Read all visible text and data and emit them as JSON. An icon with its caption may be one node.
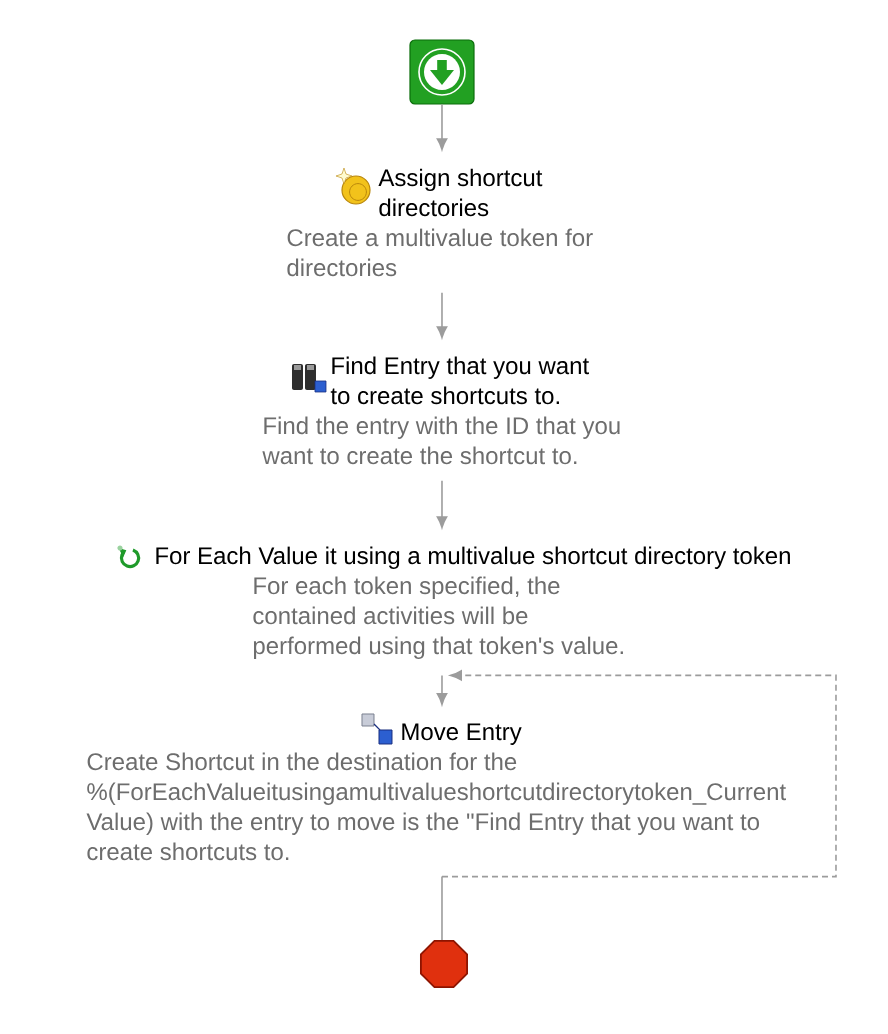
{
  "diagram": {
    "nodes": [
      {
        "text": [],
        "shape": "box"
      },
      {
        "text": [
          "Assign shortcut directories",
          "Create a multivalue token for directories"
        ]
      },
      {
        "text": [
          "Find Entry that you want to create shortcuts to.",
          "Find the entry with the ID that you want to create the shortcut to."
        ]
      },
      {
        "text": [
          "For Each Value it using a multivalue shortcut directory token",
          "For each token specified, the contained activities will be performed using that token's value."
        ]
      },
      {
        "text": [
          "Move Entry",
          "Create Shortcut in the destination for the %(ForEachValueitusingamultivalueshortcutdirectorytoken_Current Value) with the entry to move is the \"Find Entry that you want to create shortcuts to."
        ]
      },
      {
        "text": [],
        "shape": "octagon"
      }
    ],
    "edges": [
      {
        "from": 0,
        "to": 1,
        "arrow": "to"
      },
      {
        "from": 1,
        "to": 2,
        "arrow": "to"
      },
      {
        "from": 2,
        "to": 3,
        "arrow": "to"
      },
      {
        "from": 3,
        "to": 4,
        "arrow": "to"
      },
      {
        "from": 4,
        "to": 5,
        "arrow": "none"
      },
      {
        "from": 4,
        "to": 3,
        "arrow": "to",
        "style": "dashed"
      }
    ]
  }
}
